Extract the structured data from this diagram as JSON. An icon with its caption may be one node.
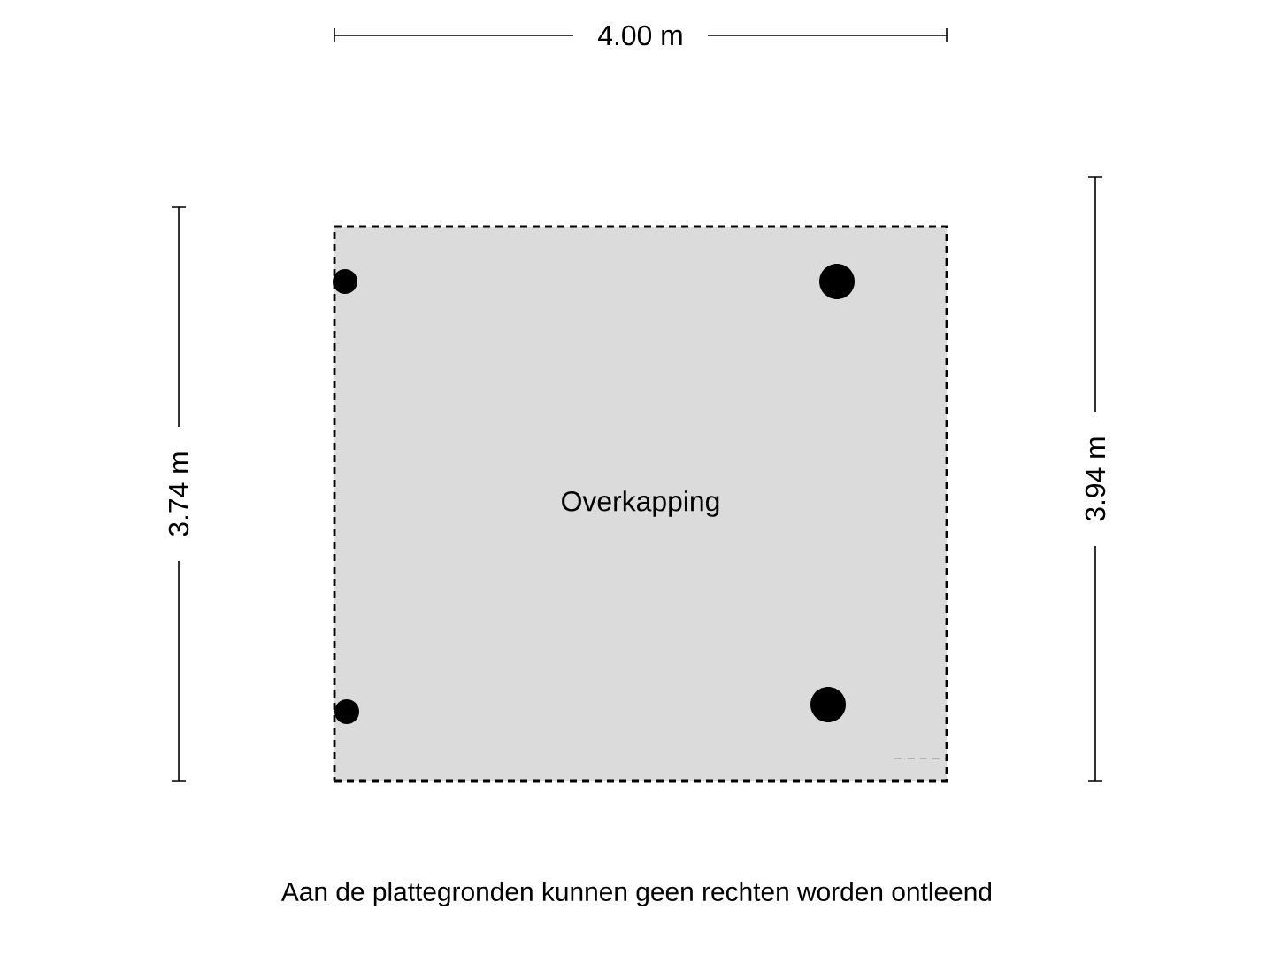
{
  "diagram": {
    "caption": "Aan de plattegronden kunnen geen rechten worden ontleend",
    "nodes": [
      {
        "text": [
          "Overkapping"
        ]
      }
    ],
    "labels": [
      "4.00 m",
      "3.74 m",
      "3.94 m"
    ]
  }
}
